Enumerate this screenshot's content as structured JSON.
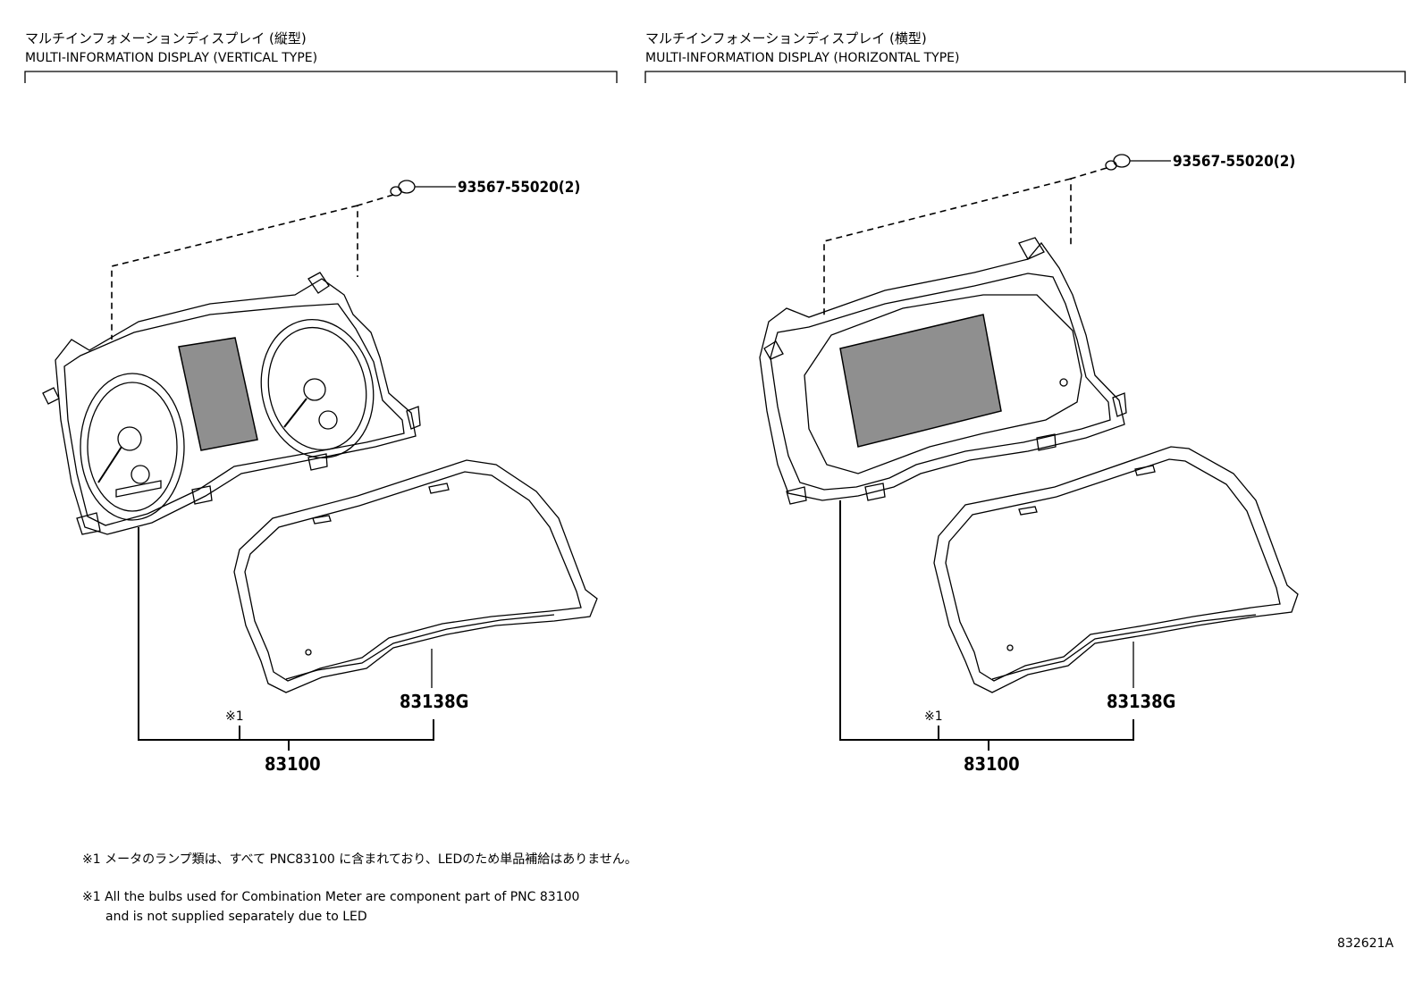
{
  "sections": [
    {
      "title_jp": "マルチインフォメーションディスプレイ (縦型)",
      "title_en": "MULTI-INFORMATION DISPLAY (VERTICAL TYPE)",
      "bolt_part": "93567-55020(2)",
      "lens_part": "83138G",
      "note_marker": "※1",
      "assembly_part": "83100"
    },
    {
      "title_jp": "マルチインフォメーションディスプレイ (横型)",
      "title_en": "MULTI-INFORMATION DISPLAY (HORIZONTAL TYPE)",
      "bolt_part": "93567-55020(2)",
      "lens_part": "83138G",
      "note_marker": "※1",
      "assembly_part": "83100"
    }
  ],
  "notes": {
    "jp": "※1 メータのランプ類は、すべて PNC83100 に含まれており、LEDのため単品補給はありません。",
    "en_line1": "※1 All the bulbs used for Combination Meter are component part of PNC 83100",
    "en_line2": "and is not supplied separately due to LED"
  },
  "figure_id": "832621A"
}
